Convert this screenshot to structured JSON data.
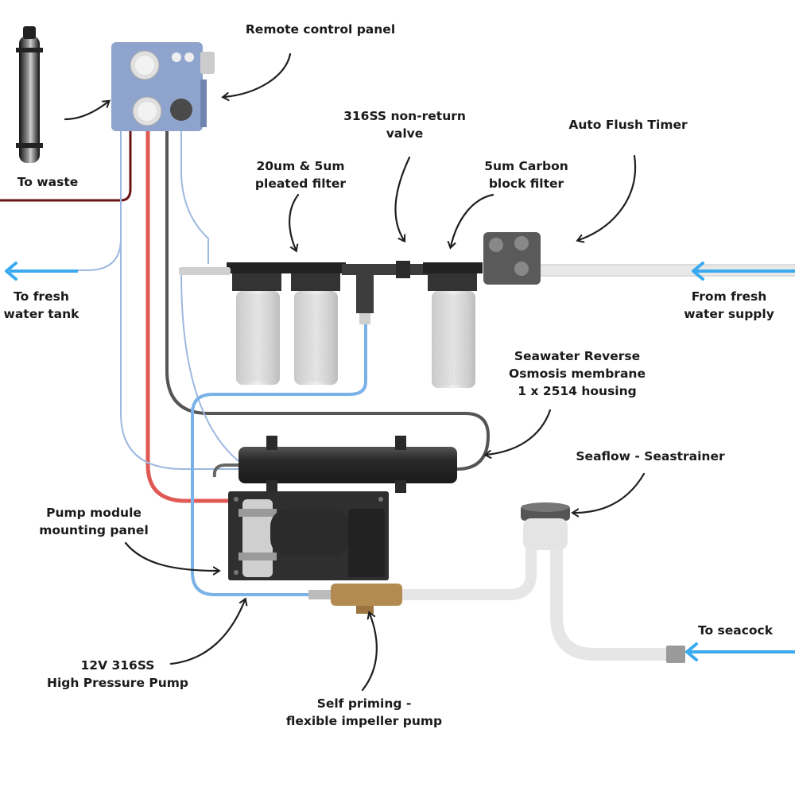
{
  "labels": {
    "remote_control_panel": "Remote control panel",
    "to_waste": "To waste",
    "to_fresh_water_tank": [
      "To fresh",
      "water tank"
    ],
    "non_return_valve": [
      "316SS non-return",
      "valve"
    ],
    "auto_flush_timer": "Auto Flush Timer",
    "pleated_filter": [
      "20um  & 5um",
      "pleated filter"
    ],
    "carbon_filter": [
      "5um Carbon",
      "block filter"
    ],
    "from_fresh_water_supply": [
      "From fresh",
      "water supply"
    ],
    "ro_membrane": [
      "Seawater Reverse",
      "Osmosis membrane",
      "1 x 2514 housing"
    ],
    "seastrainer": "Seaflow - Seastrainer",
    "pump_module_panel": [
      "Pump module",
      "mounting panel"
    ],
    "to_seacock": "To seacock",
    "high_pressure_pump": [
      "12V 316SS",
      "High Pressure Pump"
    ],
    "self_priming_pump": [
      "Self priming -",
      "flexible impeller pump"
    ]
  },
  "colors": {
    "flow_arrow": "#3aaaf0",
    "annotation_arrow": "#1f1f1f",
    "feed_line_red": "#e05a55",
    "waste_line": "#6a1414",
    "dark_line": "#555555",
    "product_line_blue": "#8fbde6",
    "panel_blue": "#8fa4cc",
    "membrane_body": "#353535",
    "white_hose": "#eeeeee"
  }
}
